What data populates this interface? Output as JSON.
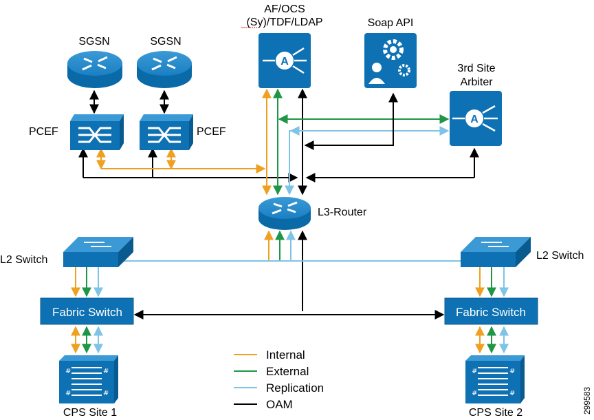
{
  "labels": {
    "sgsn_1": "SGSN",
    "sgsn_2": "SGSN",
    "pcef_1": "PCEF",
    "pcef_2": "PCEF",
    "af_line1": "AF/OCS",
    "af_line2": "(Sy)/TDF/LDAP",
    "soap": "Soap API",
    "arbiter_line1": "3rd Site",
    "arbiter_line2": "Arbiter",
    "l3_router": "L3-Router",
    "l2_switch_left": "L2 Switch",
    "l2_switch_right": "L2 Switch",
    "fabric_left": "Fabric Switch",
    "fabric_right": "Fabric Switch",
    "cps_site_1": "CPS Site 1",
    "cps_site_2": "CPS Site 2",
    "figure_number": "299583"
  },
  "legend": [
    {
      "label": "Internal",
      "color": "#f0a020"
    },
    {
      "label": "External",
      "color": "#1e9646"
    },
    {
      "label": "Replication",
      "color": "#7fc3e6"
    },
    {
      "label": "OAM",
      "color": "#000000"
    }
  ],
  "colors": {
    "cisco_blue": "#0a74b9",
    "box_blue": "#0d71b3"
  },
  "icons": [
    "router-icon",
    "switch-icon",
    "app-accelerator-icon",
    "soap-api-icon",
    "server-rack-icon"
  ]
}
